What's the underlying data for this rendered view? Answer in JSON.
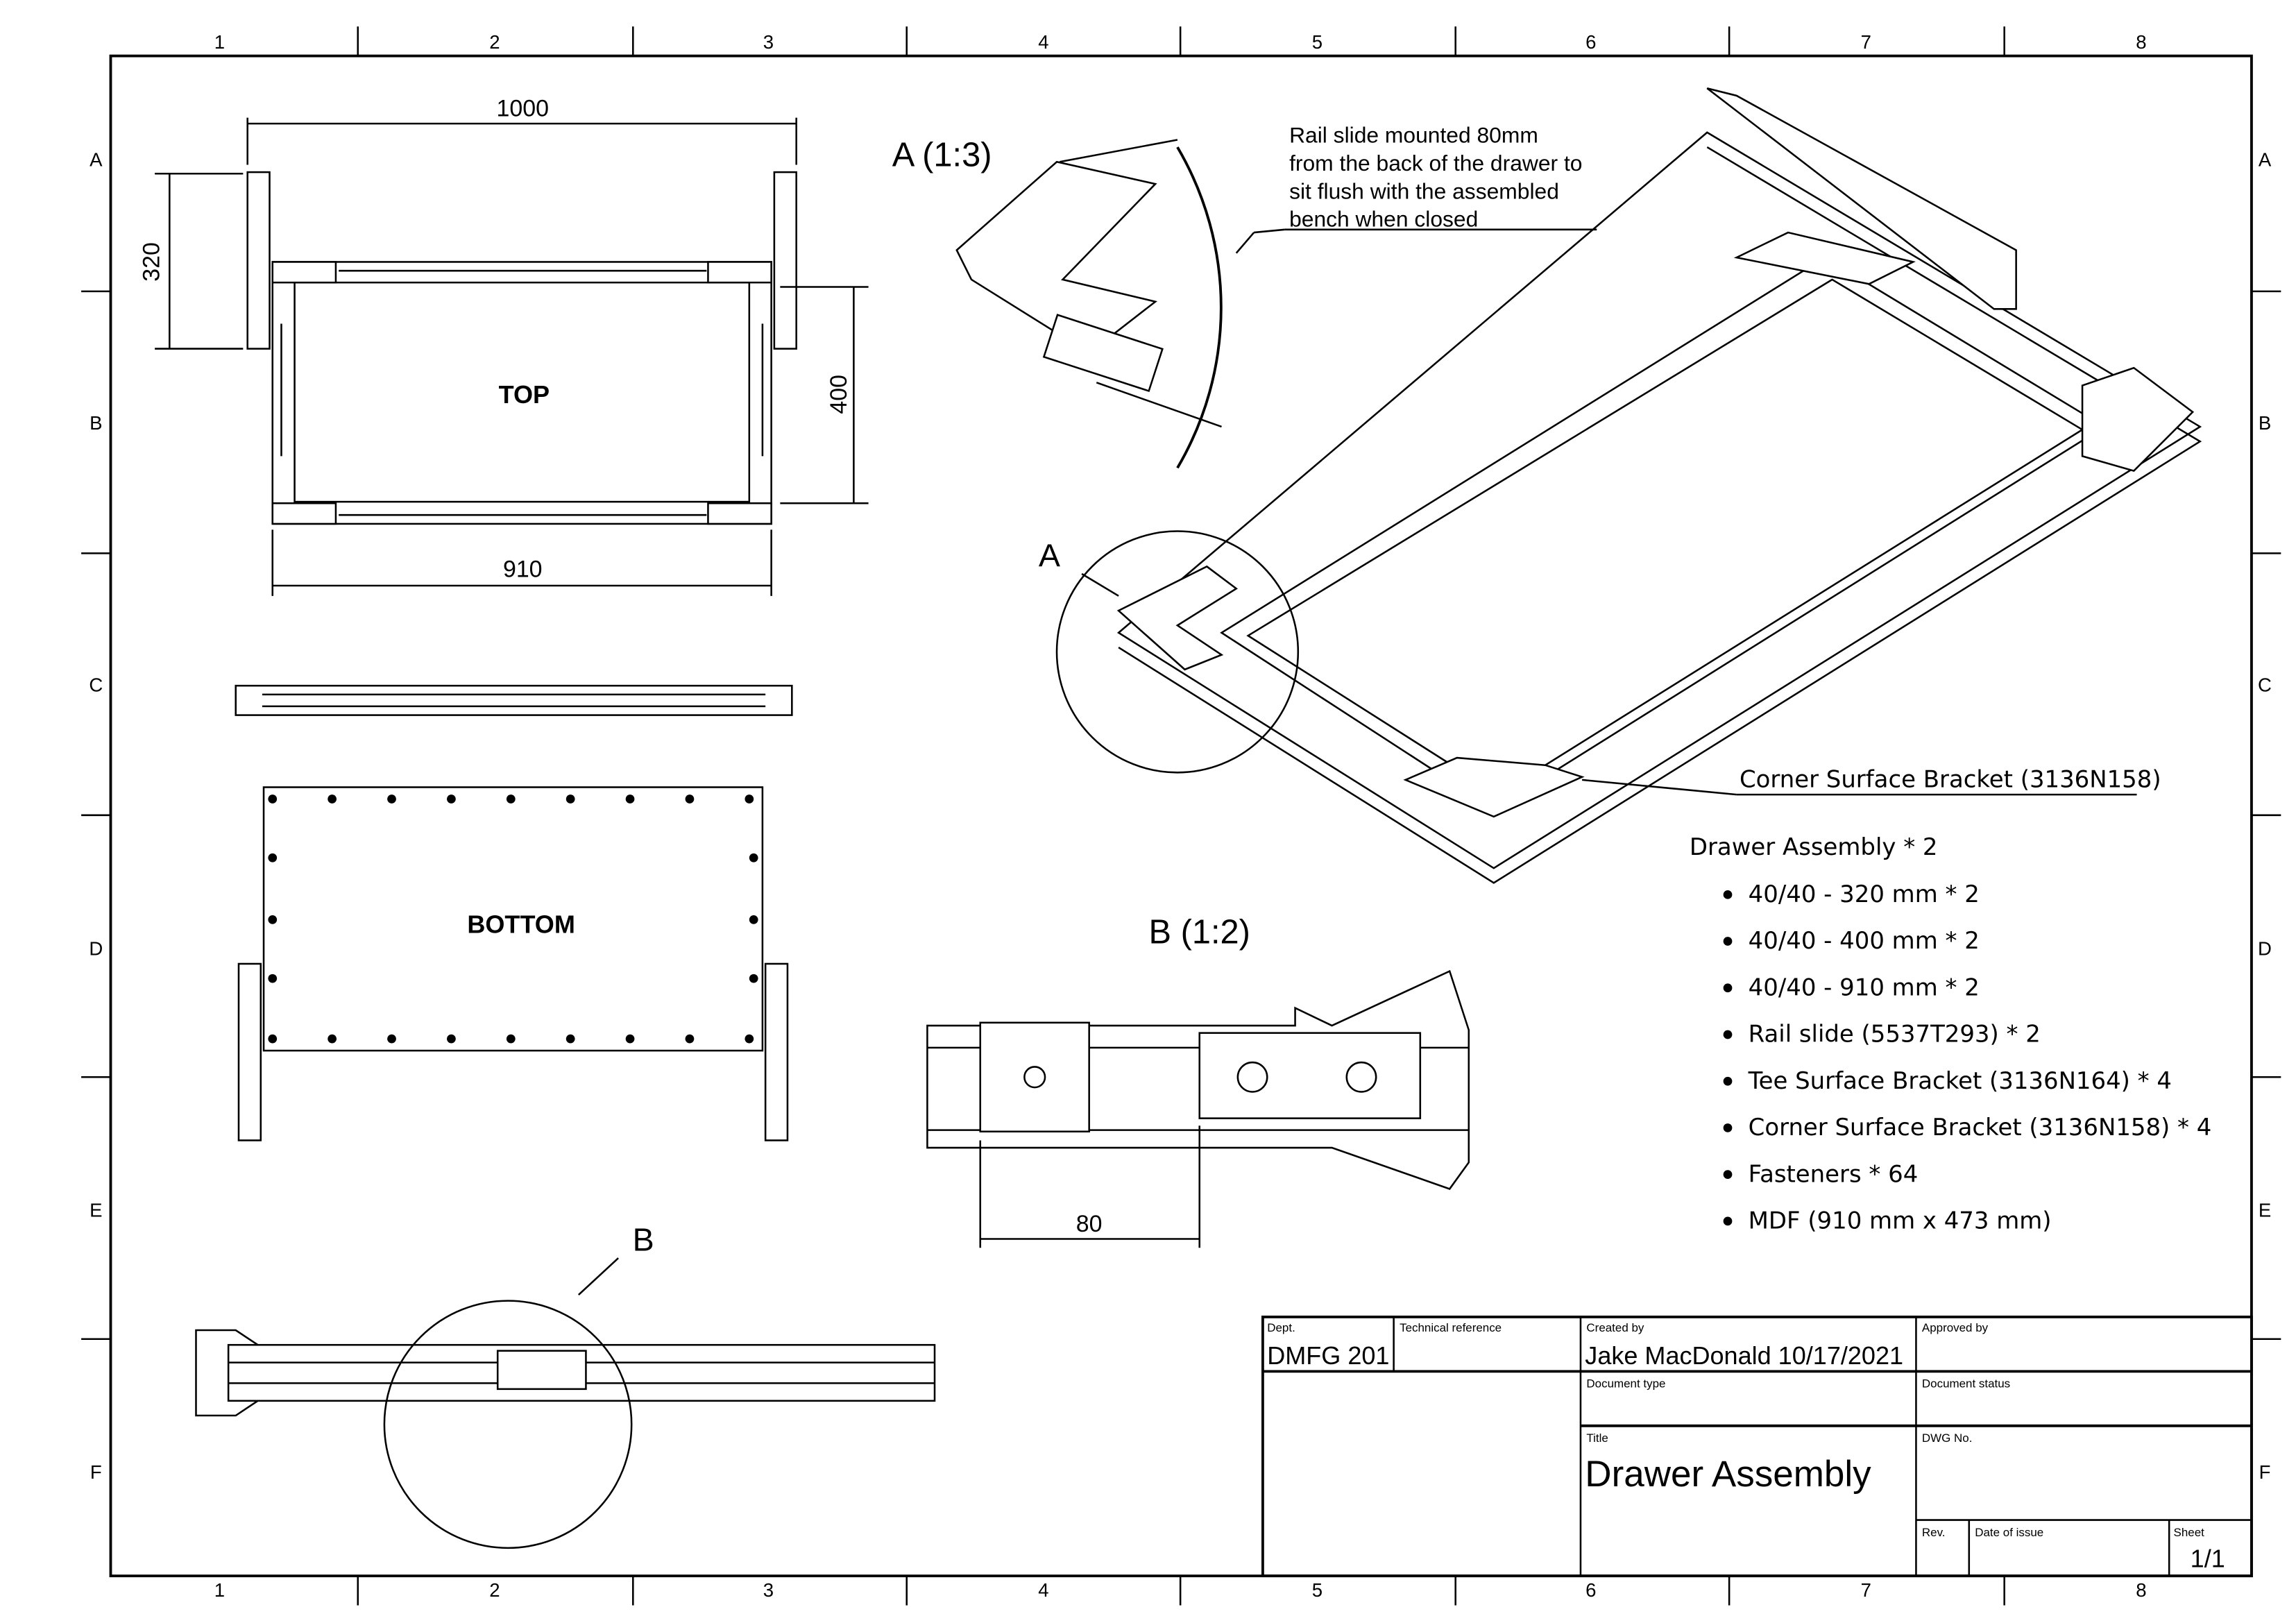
{
  "grid": {
    "columns": [
      "1",
      "2",
      "3",
      "4",
      "5",
      "6",
      "7",
      "8"
    ],
    "rows": [
      "A",
      "B",
      "C",
      "D",
      "E",
      "F"
    ]
  },
  "views": {
    "top_label": "TOP",
    "bottom_label": "BOTTOM",
    "dims": {
      "width_top": "1000",
      "depth_side": "320",
      "depth_frame": "400",
      "width_frame": "910",
      "slide_offset": "80"
    },
    "detail_a_marker": "A",
    "detail_a_title": "A (1:3)",
    "detail_b_marker": "B",
    "detail_b_title": "B (1:2)"
  },
  "notes": {
    "rail_note": [
      "Rail slide mounted 80mm",
      "from the back of the drawer to",
      "sit flush with the assembled",
      "bench when closed"
    ],
    "corner_callout": "Corner Surface Bracket (3136N158)"
  },
  "bom": {
    "heading": "Drawer Assembly * 2",
    "items": [
      "40/40 - 320 mm * 2",
      "40/40 - 400 mm * 2",
      "40/40 - 910 mm * 2",
      "Rail slide (5537T293) * 2",
      "Tee Surface Bracket (3136N164) * 4",
      "Corner Surface Bracket (3136N158) * 4",
      "Fasteners * 64",
      "MDF (910 mm x 473 mm)"
    ]
  },
  "title_block": {
    "dept_label": "Dept.",
    "dept": "DMFG 201",
    "tech_ref_label": "Technical reference",
    "created_by_label": "Created by",
    "created_by": "Jake MacDonald 10/17/2021",
    "approved_by_label": "Approved by",
    "doc_type_label": "Document type",
    "doc_status_label": "Document status",
    "title_label": "Title",
    "title": "Drawer Assembly",
    "dwg_no_label": "DWG No.",
    "rev_label": "Rev.",
    "date_label": "Date of issue",
    "sheet_label": "Sheet",
    "sheet": "1/1"
  }
}
